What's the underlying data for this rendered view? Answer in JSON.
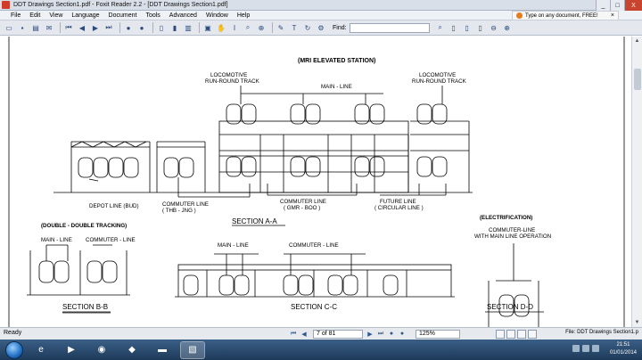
{
  "window": {
    "title": "DDT Drawings Section1.pdf - Foxit Reader 2.2 - [DDT Drawings Section1.pdf]",
    "controls": [
      "_",
      "□",
      "X"
    ]
  },
  "menu": [
    "File",
    "Edit",
    "View",
    "Language",
    "Document",
    "Tools",
    "Advanced",
    "Window",
    "Help"
  ],
  "promo": {
    "text": "Type on any document, FREE!"
  },
  "toolbar": {
    "find_label": "Find:",
    "find_value": ""
  },
  "drawing": {
    "title": "(MRI ELEVATED STATION)",
    "labels": {
      "loco_left": [
        "LOCOMOTIVE",
        "RUN-ROUND TRACK"
      ],
      "loco_right": [
        "LOCOMOTIVE",
        "RUN-ROUND TRACK"
      ],
      "main_line": "MAIN - LINE",
      "depot": "DEPOT LINE (BUD)",
      "commuter_thb": [
        "COMMUTER LINE",
        "( THB - JNG )"
      ],
      "commuter_gmr": [
        "COMMUTER LINE",
        "( GMR - BOO )"
      ],
      "future": [
        "FUTURE LINE",
        "( CIRCULAR LINE )"
      ],
      "section_aa": "SECTION A-A",
      "dd_title": "(DOUBLE - DOUBLE TRACKING)",
      "bb_main": "MAIN - LINE",
      "bb_commuter": "COMMUTER - LINE",
      "section_bb": "SECTION B-B",
      "cc_main": "MAIN - LINE",
      "cc_commuter": "COMMUTER - LINE",
      "section_cc": "SECTION C-C",
      "elec_title": "(ELECTRIFICATION)",
      "elec_label": [
        "COMMUTER-LINE",
        "WITH MAIN LINE OPERATION"
      ],
      "section_dd": "SECTION D-D"
    }
  },
  "status": {
    "ready": "Ready",
    "page": "7 of 81",
    "zoom": "125%",
    "file": "File: DDT Drawings Section1.p"
  },
  "taskbar": {
    "time": "21:51",
    "date": "01/01/2014"
  }
}
